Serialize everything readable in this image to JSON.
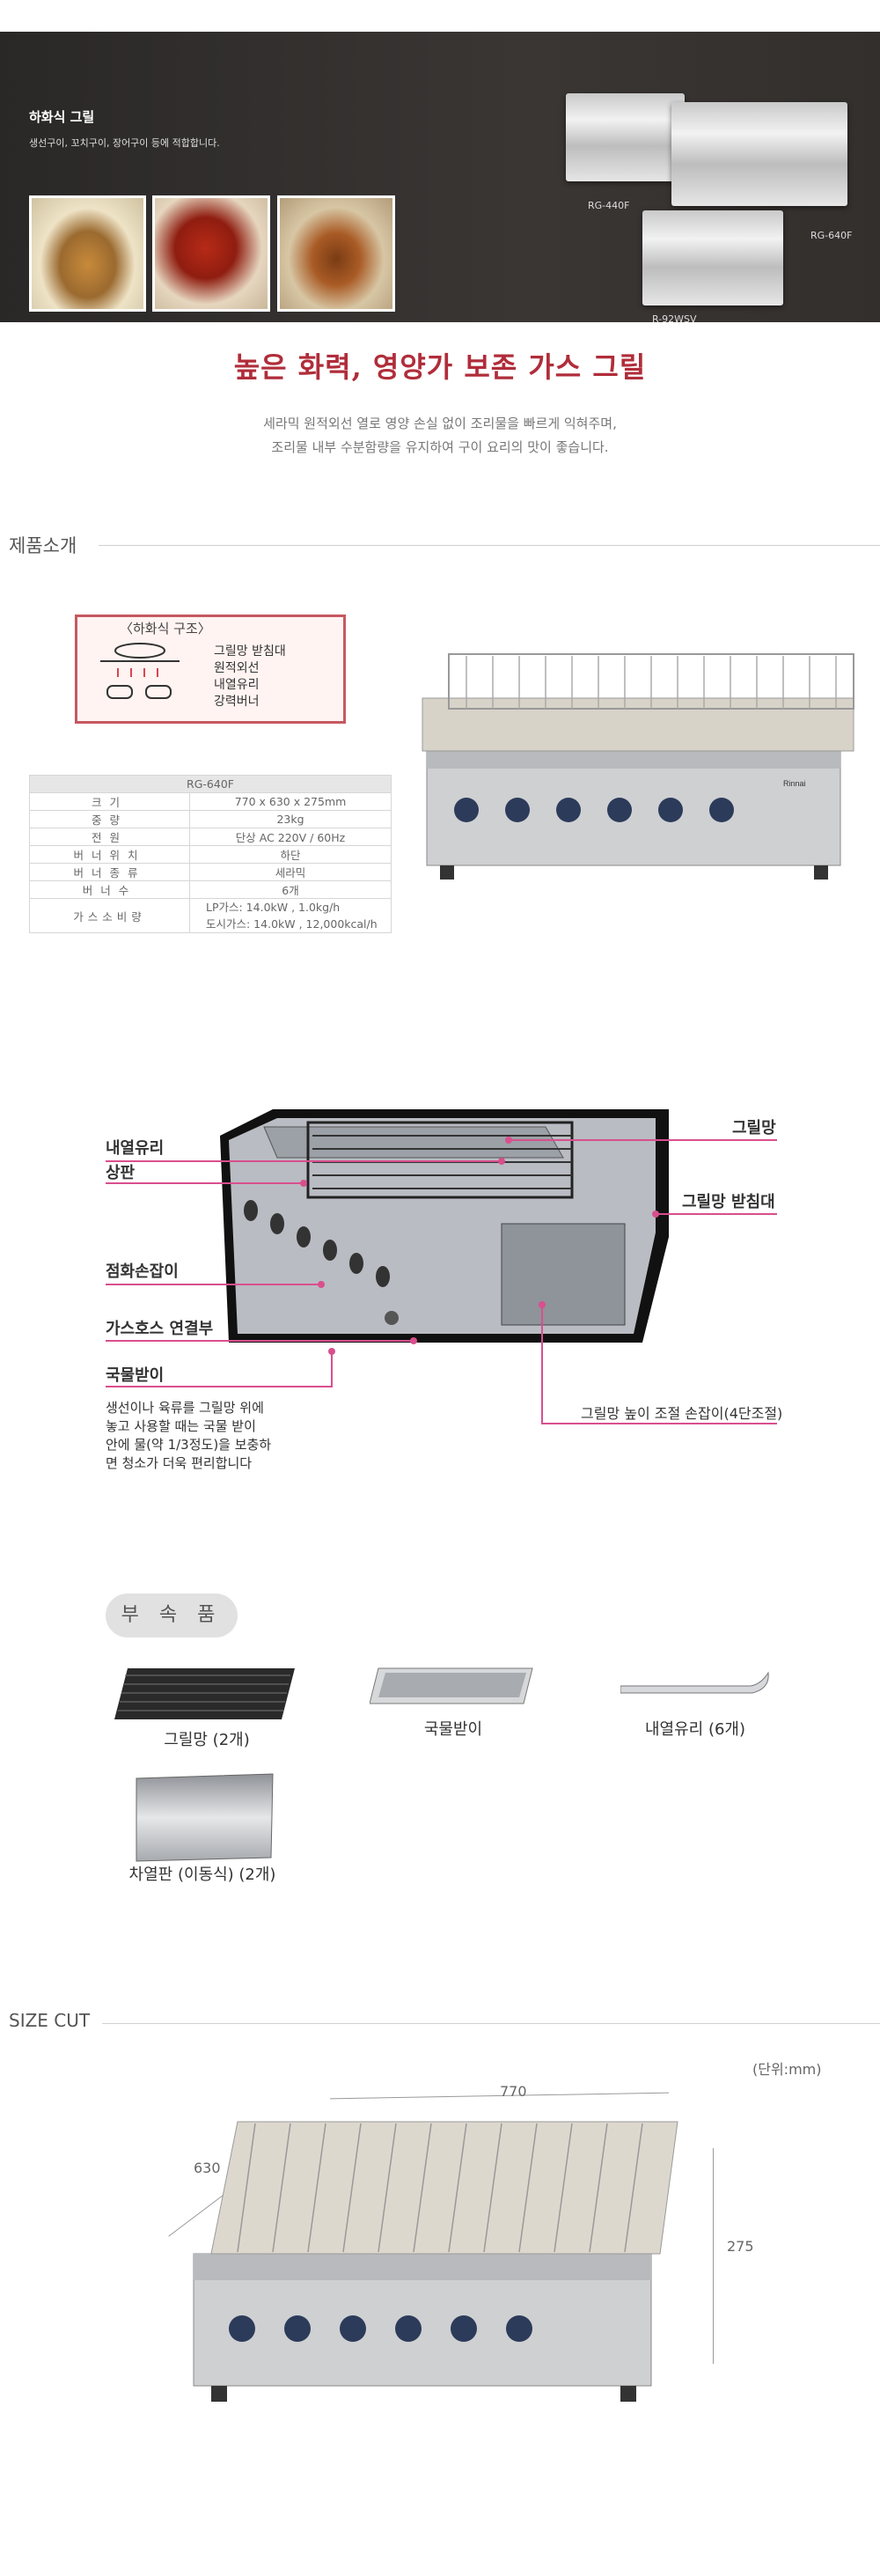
{
  "hero": {
    "title": "하화식 그릴",
    "subtitle": "생선구이, 꼬치구이, 장어구이 등에 적합합니다.",
    "models": [
      "RG-440F",
      "RG-640F",
      "R-92WSV"
    ]
  },
  "headline": "높은 화력, 영양가 보존 가스 그릴",
  "description": [
    "세라믹 원적외선 열로 영양 손실 없이 조리물을 빠르게 익혀주며,",
    "조리물 내부 수분함량을 유지하여 구이 요리의 맛이 좋습니다."
  ],
  "intro": {
    "section_title": "제품소개",
    "diagram": {
      "title": "〈하화식 구조〉",
      "labels": [
        "그릴망 받침대",
        "원적외선",
        "내열유리",
        "강력버너"
      ]
    },
    "spec": {
      "model": "RG-640F",
      "rows": [
        {
          "label": "크기",
          "value": "770 x 630 x 275mm"
        },
        {
          "label": "중량",
          "value": "23kg"
        },
        {
          "label": "전원",
          "value": "단상 AC 220V / 60Hz"
        },
        {
          "label": "버너위치",
          "value": "하단"
        },
        {
          "label": "버너종류",
          "value": "세라믹"
        },
        {
          "label": "버너수",
          "value": "6개"
        }
      ],
      "gas_label": "가스소비량",
      "gas_values": [
        "LP가스: 14.0kW , 1.0kg/h",
        "도시가스: 14.0kW , 12,000kcal/h"
      ]
    }
  },
  "parts": {
    "left": [
      "내열유리",
      "상판",
      "점화손잡이",
      "가스호스 연결부",
      "국물받이"
    ],
    "right": [
      "그릴망",
      "그릴망 받침대",
      "그릴망 높이 조절 손잡이(4단조절)"
    ],
    "note": [
      "생선이나 육류를 그릴망 위에",
      "놓고 사용할 때는 국물 받이",
      "안에 물(약 1/3정도)을 보충하",
      "면 청소가 더욱 편리합니다"
    ]
  },
  "accessories": {
    "title": "부 속 품",
    "items": [
      "그릴망 (2개)",
      "국물받이",
      "내열유리 (6개)",
      "차열판 (이동식) (2개)"
    ]
  },
  "size_cut": {
    "section_title": "SIZE CUT",
    "unit": "(단위:mm)",
    "width": "770",
    "depth": "630",
    "height": "275"
  },
  "brand": "Rinnai"
}
